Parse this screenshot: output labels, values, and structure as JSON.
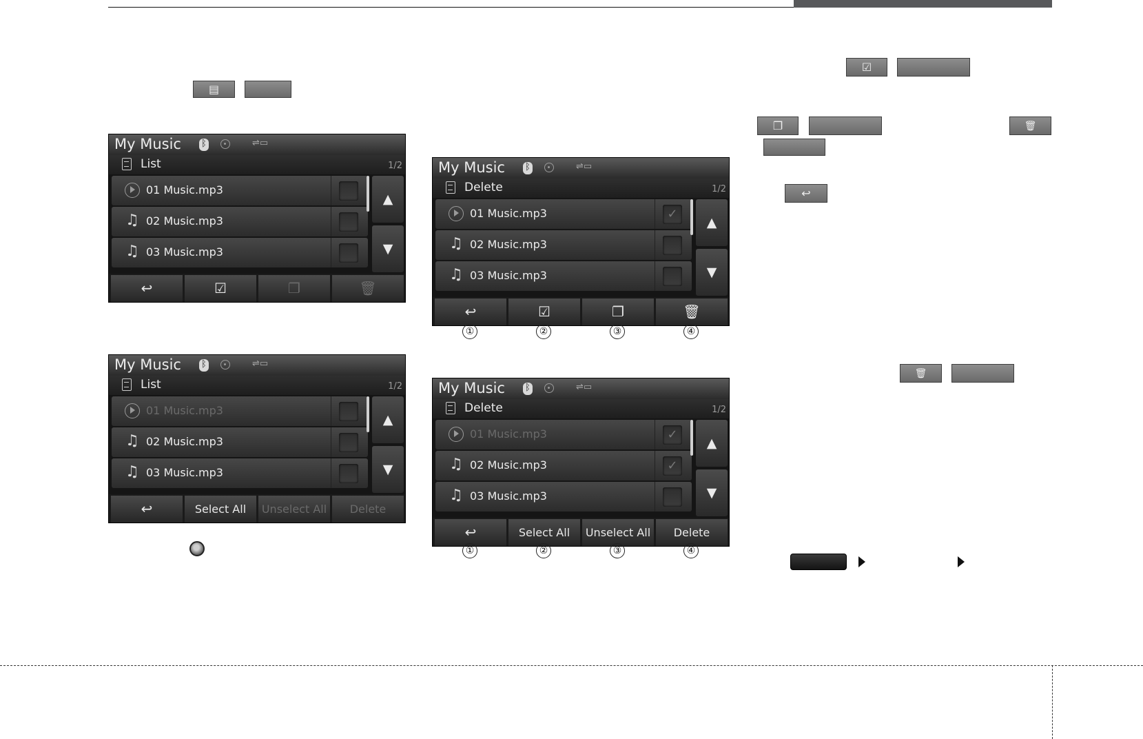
{
  "screens": [
    {
      "title": "My Music",
      "sub": "List",
      "page": "1/2",
      "rows": [
        {
          "label": "01 Music.mp3",
          "dim": false,
          "checked": false
        },
        {
          "label": "02 Music.mp3",
          "dim": false,
          "checked": false
        },
        {
          "label": "03 Music.mp3",
          "dim": false,
          "checked": false
        }
      ],
      "buttons": [
        "↩",
        "☑",
        "❐",
        "🗑"
      ]
    },
    {
      "title": "My Music",
      "sub": "List",
      "page": "1/2",
      "rows": [
        {
          "label": "01 Music.mp3",
          "dim": true,
          "checked": false
        },
        {
          "label": "02 Music.mp3",
          "dim": false,
          "checked": false
        },
        {
          "label": "03 Music.mp3",
          "dim": false,
          "checked": false
        }
      ],
      "buttons": [
        "↩",
        "Select All",
        "Unselect All",
        "Delete"
      ]
    },
    {
      "title": "My Music",
      "sub": "Delete",
      "page": "1/2",
      "rows": [
        {
          "label": "01 Music.mp3",
          "dim": false,
          "checked": true
        },
        {
          "label": "02 Music.mp3",
          "dim": false,
          "checked": false
        },
        {
          "label": "03 Music.mp3",
          "dim": false,
          "checked": false
        }
      ],
      "buttons": [
        "↩",
        "☑",
        "❐",
        "🗑"
      ]
    },
    {
      "title": "My Music",
      "sub": "Delete",
      "page": "1/2",
      "rows": [
        {
          "label": "01 Music.mp3",
          "dim": true,
          "checked": true
        },
        {
          "label": "02 Music.mp3",
          "dim": false,
          "checked": true
        },
        {
          "label": "03 Music.mp3",
          "dim": false,
          "checked": false
        }
      ],
      "buttons": [
        "↩",
        "Select All",
        "Unselect All",
        "Delete"
      ]
    }
  ],
  "callouts": [
    "①",
    "②",
    "③",
    "④"
  ],
  "icons": {
    "back": "↩",
    "select": "☑",
    "copy": "❐",
    "delete": "🗑",
    "list": "▤"
  }
}
